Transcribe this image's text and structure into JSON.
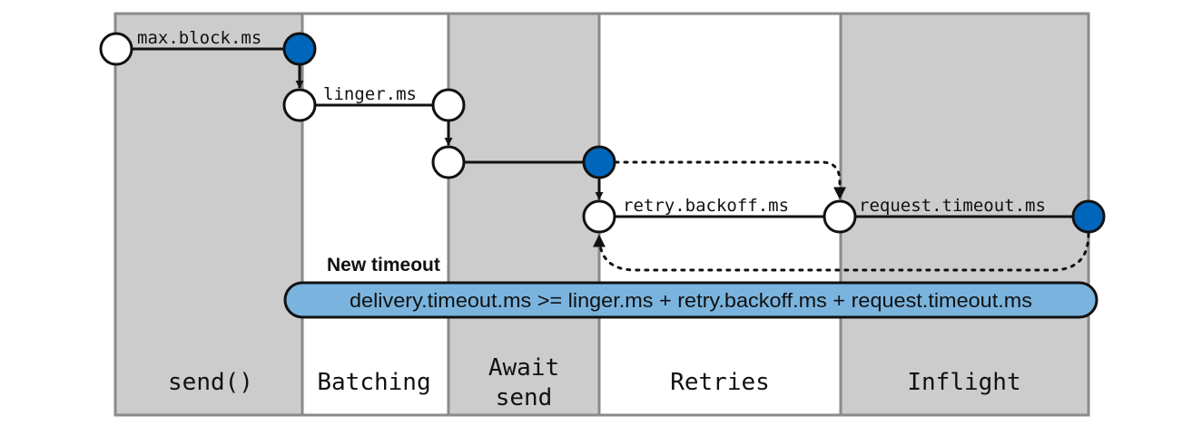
{
  "phases": [
    {
      "id": "send",
      "lines": [
        "send()"
      ],
      "shaded": true
    },
    {
      "id": "batching",
      "lines": [
        "Batching"
      ],
      "shaded": false
    },
    {
      "id": "await",
      "lines": [
        "Await",
        "send"
      ],
      "shaded": true
    },
    {
      "id": "retries",
      "lines": [
        "Retries"
      ],
      "shaded": false
    },
    {
      "id": "inflight",
      "lines": [
        "Inflight"
      ],
      "shaded": true
    }
  ],
  "timeouts": {
    "max_block": "max.block.ms",
    "linger": "linger.ms",
    "retry_backoff": "retry.backoff.ms",
    "request_timeout": "request.timeout.ms"
  },
  "new_timeout_label": "New timeout",
  "formula": "delivery.timeout.ms >= linger.ms + retry.backoff.ms + request.timeout.ms",
  "colors": {
    "shade": "#cccccc",
    "border": "#8a8a8a",
    "node_blue": "#0066bb",
    "formula_fill": "#7ab4de",
    "line": "#111111"
  }
}
